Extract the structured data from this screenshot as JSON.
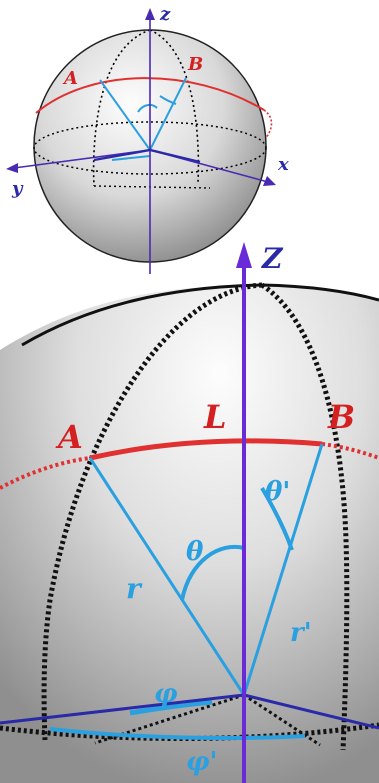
{
  "small_sphere": {
    "labels": {
      "z": "z",
      "x": "x",
      "y": "y",
      "A": "A",
      "B": "B"
    }
  },
  "large_sphere": {
    "labels": {
      "Z": "Z",
      "A": "A",
      "B": "B",
      "L": "L",
      "theta": "θ",
      "theta_prime": "θ'",
      "r": "r",
      "r_prime": "r'",
      "phi": "φ",
      "phi_prime": "φ'"
    }
  },
  "colors": {
    "axis": "#5a2fc8",
    "latitude_arc": "#e03030",
    "radius_lines": "#2aa0e0",
    "dotted": "#000000",
    "sphere_light": "#fbfbfb",
    "sphere_dark": "#8d8d8d"
  }
}
